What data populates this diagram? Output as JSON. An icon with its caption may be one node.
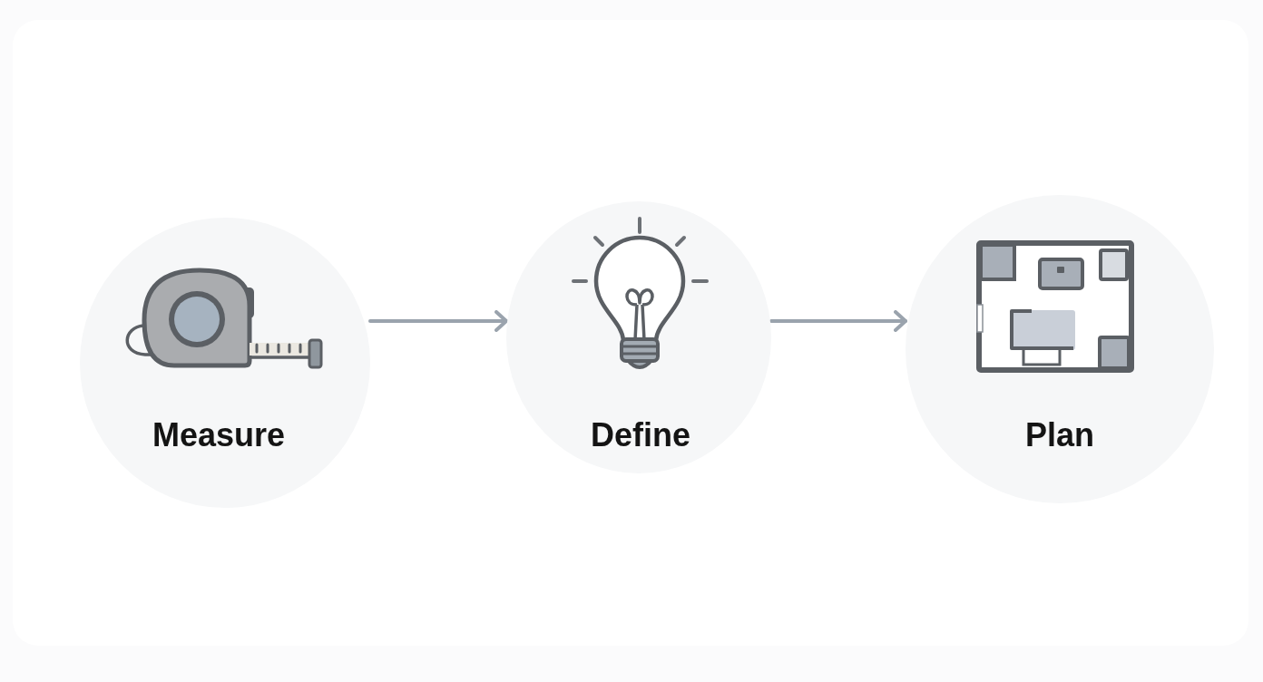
{
  "diagram": {
    "nodes": [
      {
        "text": [
          "Measure"
        ]
      },
      {
        "text": [
          "Define"
        ]
      },
      {
        "text": [
          "Plan"
        ]
      }
    ],
    "edges": [
      {
        "from": 0,
        "to": 1,
        "arrow": "to"
      },
      {
        "from": 1,
        "to": 2,
        "arrow": "to"
      }
    ]
  }
}
